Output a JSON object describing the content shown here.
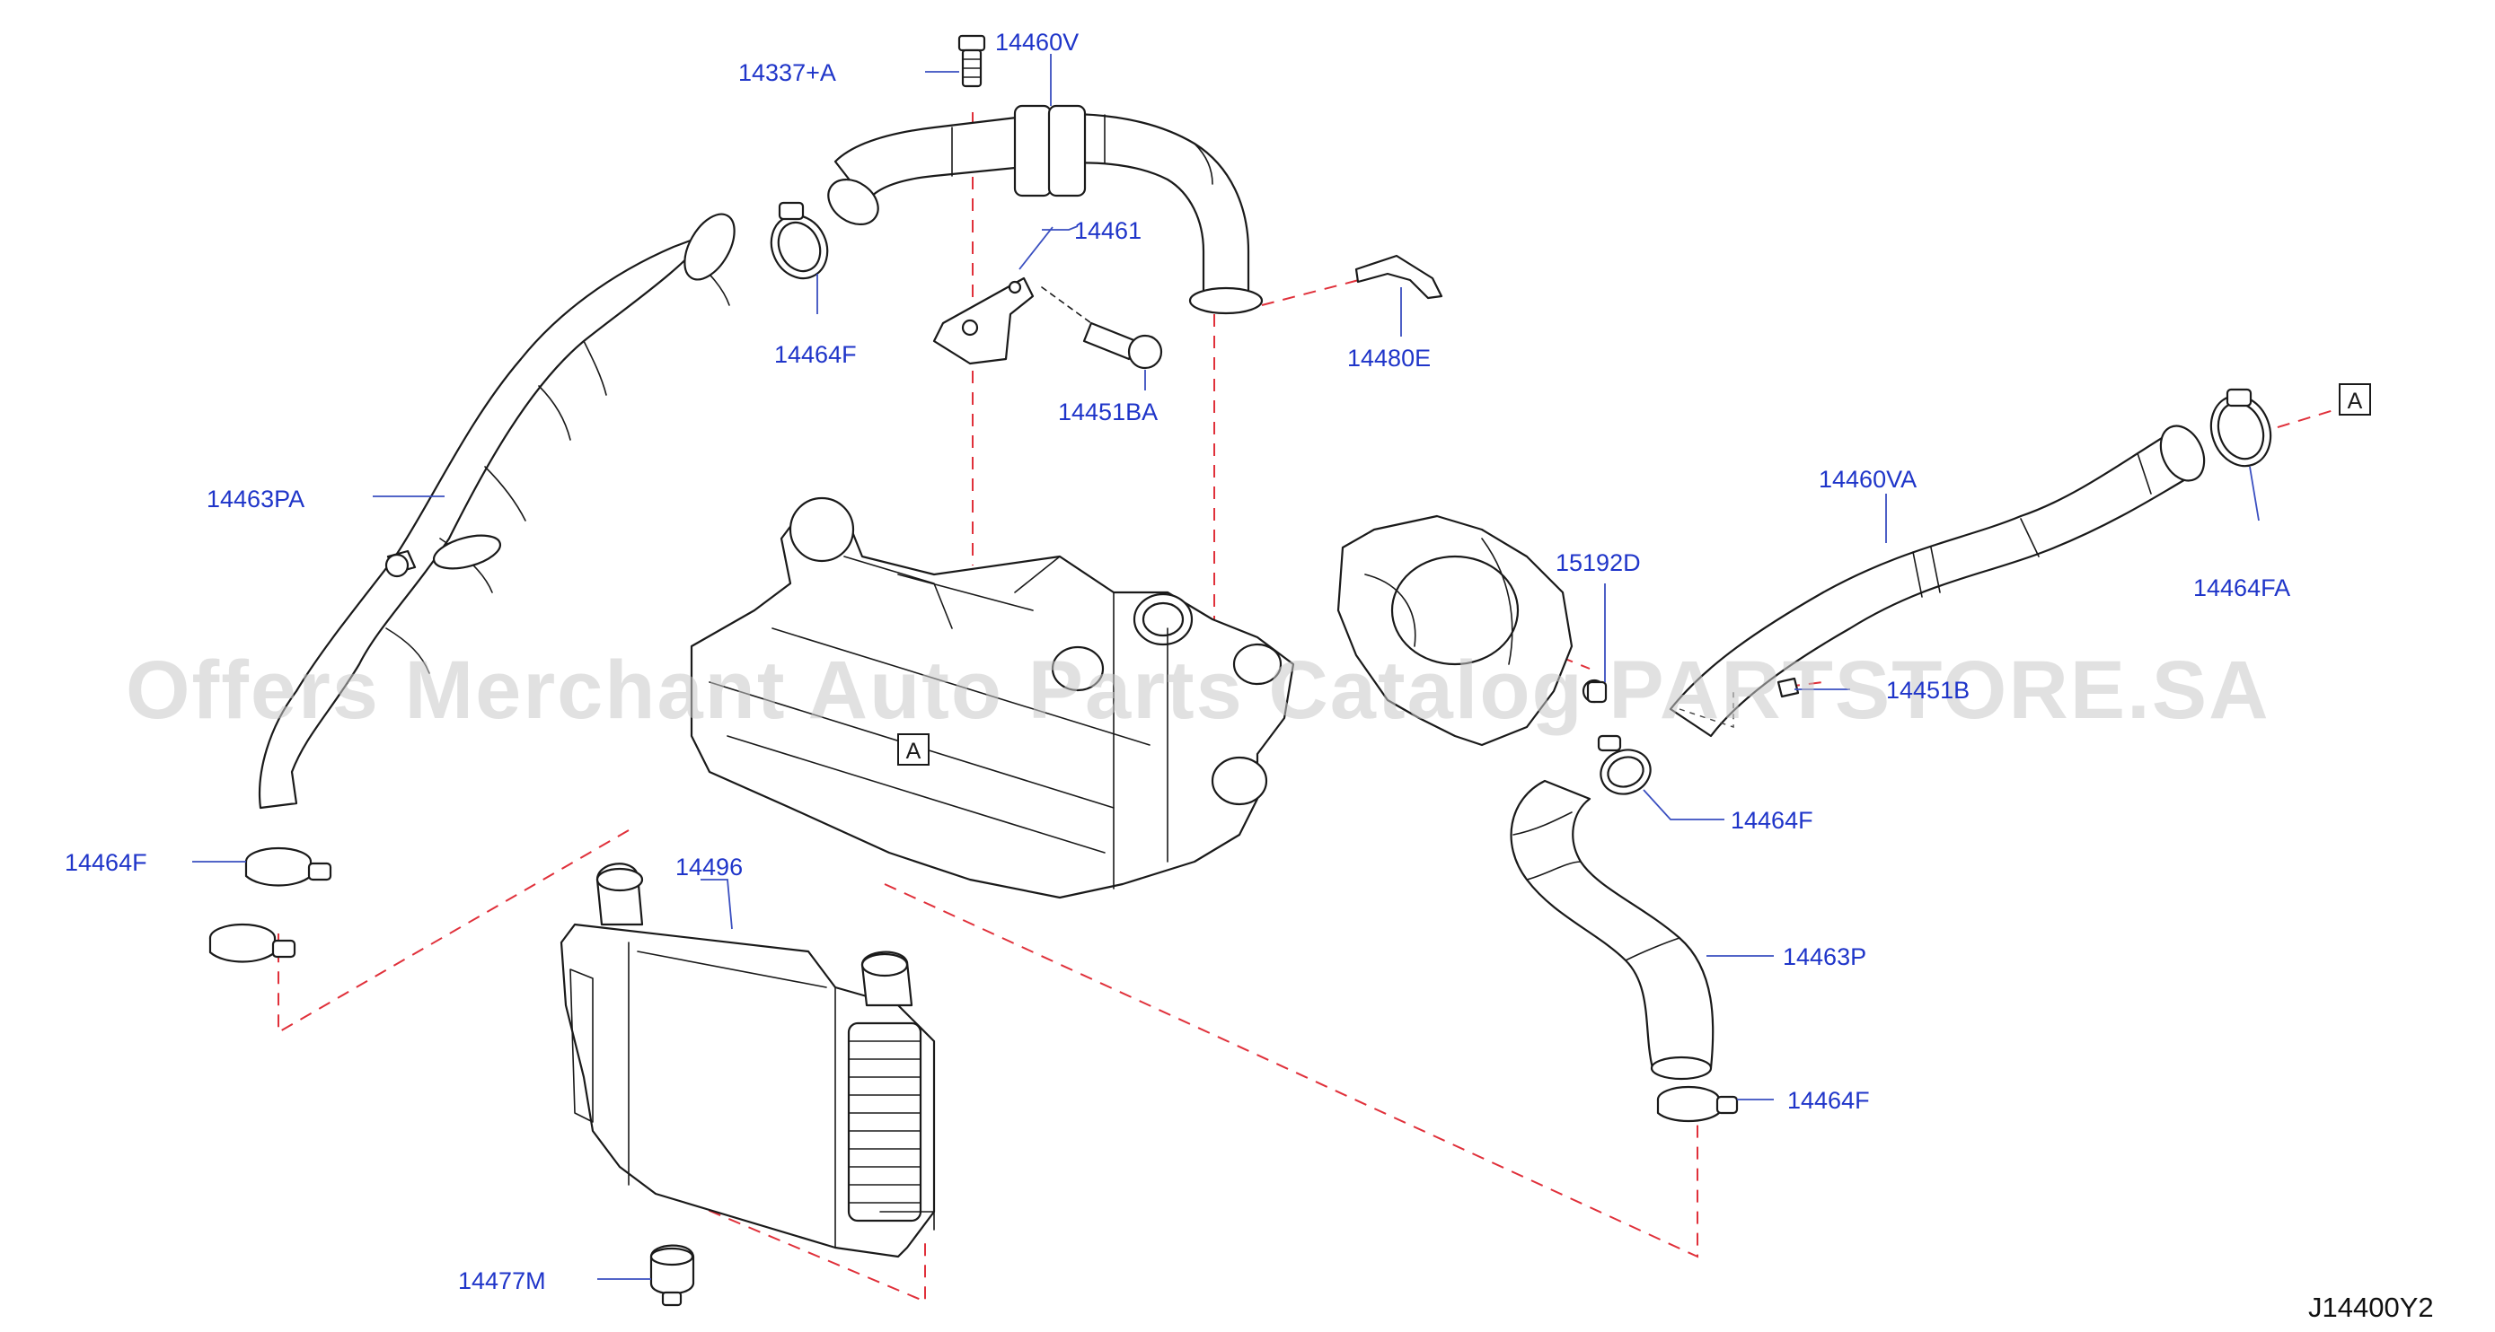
{
  "watermark": "Offers Merchant Auto Parts Catalog PARTSTORE.SA",
  "diagram_code": "J14400Y2",
  "ref_marker": "A",
  "colors": {
    "callout_text": "#1f35c9",
    "leader_line": "#3a4fc0",
    "phantom_line": "#e0303a",
    "drawing": "#1a1a1a"
  },
  "callouts": {
    "bolt_14337a": "14337+A",
    "tube_14460v": "14460V",
    "bracket_14461": "14461",
    "clamp_upper_14464f": "14464F",
    "bolt_14451ba": "14451BA",
    "clip_14480e": "14480E",
    "hose_14463pa": "14463PA",
    "clamp_left_14464f": "14464F",
    "intercooler_14496": "14496",
    "mount_14477m": "14477M",
    "tube_14460va": "14460VA",
    "clamp_14464fa": "14464FA",
    "sensor_15192d": "15192D",
    "bolt_1445lb": "14451B",
    "clamp_right_upper_14464f": "14464F",
    "hose_14463p": "14463P",
    "clamp_right_lower_14464f": "14464F"
  }
}
